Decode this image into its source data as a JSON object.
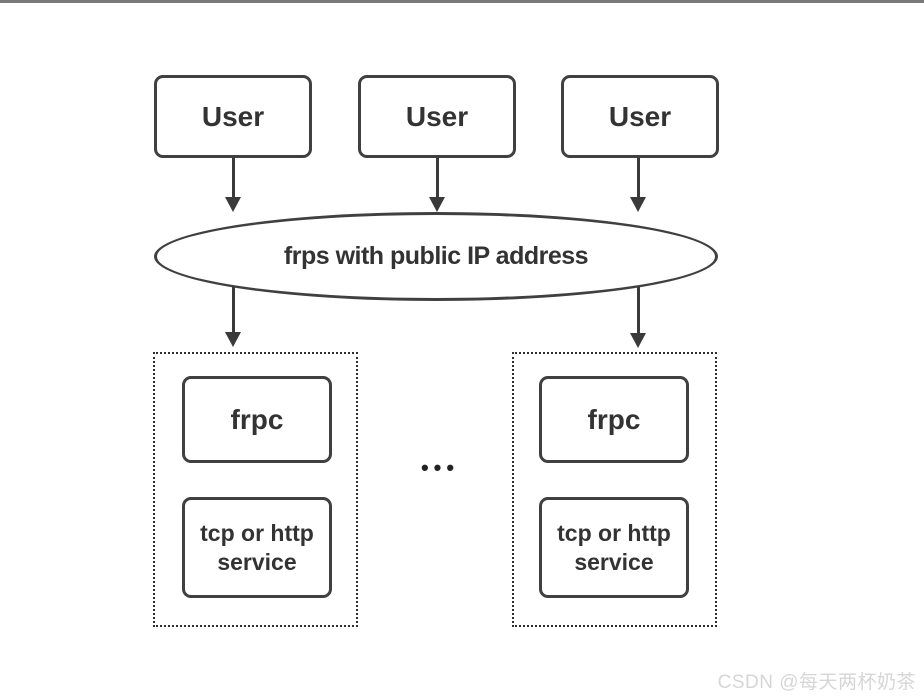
{
  "diagram": {
    "users": [
      {
        "label": "User"
      },
      {
        "label": "User"
      },
      {
        "label": "User"
      }
    ],
    "server": {
      "label": "frps with public IP address"
    },
    "clients": [
      {
        "frpc_label": "frpc",
        "service_label": "tcp or http service"
      },
      {
        "frpc_label": "frpc",
        "service_label": "tcp or http service"
      }
    ],
    "ellipsis": "•••",
    "colors": {
      "border": "#404040",
      "text": "#333333",
      "arrow": "#3a3a3a",
      "top_rule": "#7a7a7a"
    }
  },
  "watermark": {
    "text": "CSDN @每天两杯奶茶",
    "color": "#d6d6d6"
  }
}
